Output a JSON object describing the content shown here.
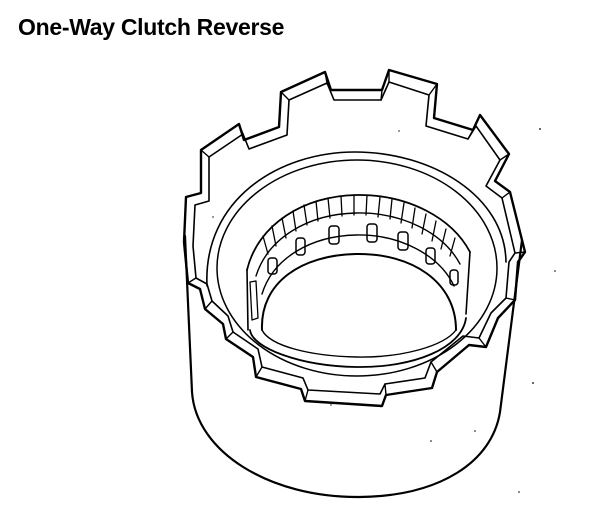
{
  "title": "One-Way Clutch Reverse",
  "illustration": {
    "icon": "one-way-clutch-drum-illustration",
    "style": "black line drawing on white"
  }
}
